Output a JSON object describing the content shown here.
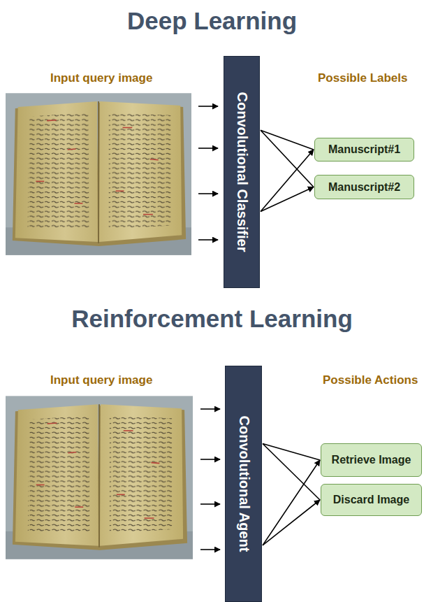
{
  "diagram": {
    "nodes": [
      {
        "text": [
          "Convolutional Classifier"
        ]
      },
      {
        "text": [
          "Manuscript#1"
        ]
      },
      {
        "text": [
          "Manuscript#2"
        ]
      },
      {
        "text": [
          "Convolutional Agent"
        ]
      },
      {
        "text": [
          "Retrieve Image"
        ]
      },
      {
        "text": [
          "Discard Image"
        ]
      }
    ],
    "edges": [
      {
        "from": 0,
        "to": 1,
        "arrow": "to"
      },
      {
        "from": 0,
        "to": 2,
        "arrow": "to"
      },
      {
        "from": 3,
        "to": 4,
        "arrow": "to"
      },
      {
        "from": 3,
        "to": 5,
        "arrow": "to"
      }
    ],
    "labels": [
      "Deep Learning",
      "Input query image",
      "Possible Labels",
      "Reinforcement Learning",
      "Input query image",
      "Possible Actions"
    ]
  }
}
